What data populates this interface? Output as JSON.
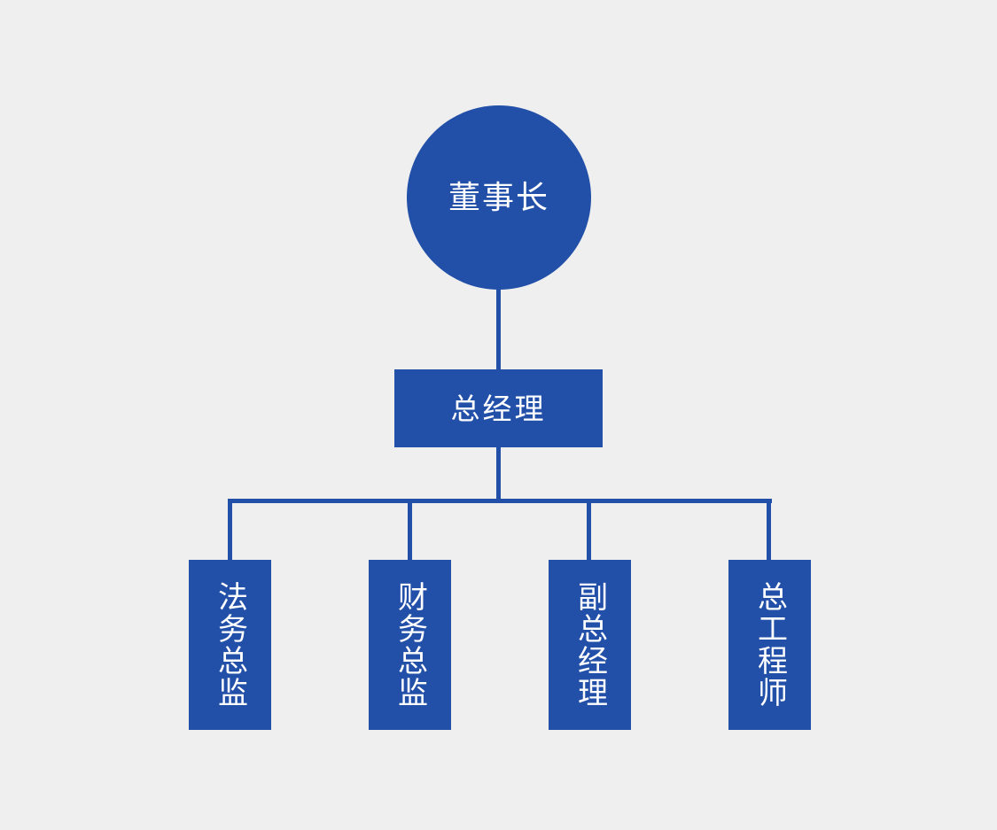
{
  "chart_data": {
    "type": "diagram",
    "diagram_type": "org-chart",
    "title": "",
    "orientation": "top-down",
    "accent_color": "#2250a8",
    "background_color": "#efefef",
    "text_color": "#ffffff",
    "nodes": [
      {
        "id": "n1",
        "label": "董事长",
        "shape": "circle",
        "level": 1,
        "text_direction": "horizontal"
      },
      {
        "id": "n2",
        "label": "总经理",
        "shape": "rectangle",
        "level": 2,
        "text_direction": "horizontal"
      },
      {
        "id": "n3",
        "label": "法务总监",
        "shape": "rectangle",
        "level": 3,
        "text_direction": "vertical"
      },
      {
        "id": "n4",
        "label": "财务总监",
        "shape": "rectangle",
        "level": 3,
        "text_direction": "vertical"
      },
      {
        "id": "n5",
        "label": "副总经理",
        "shape": "rectangle",
        "level": 3,
        "text_direction": "vertical"
      },
      {
        "id": "n6",
        "label": "总工程师",
        "shape": "rectangle",
        "level": 3,
        "text_direction": "vertical"
      }
    ],
    "edges": [
      {
        "from": "n1",
        "to": "n2"
      },
      {
        "from": "n2",
        "to": "n3"
      },
      {
        "from": "n2",
        "to": "n4"
      },
      {
        "from": "n2",
        "to": "n5"
      },
      {
        "from": "n2",
        "to": "n6"
      }
    ]
  },
  "root": {
    "label": "董事长"
  },
  "manager": {
    "label": "总经理"
  },
  "leaves": [
    {
      "label": "法务总监"
    },
    {
      "label": "财务总监"
    },
    {
      "label": "副总经理"
    },
    {
      "label": "总工程师"
    }
  ]
}
